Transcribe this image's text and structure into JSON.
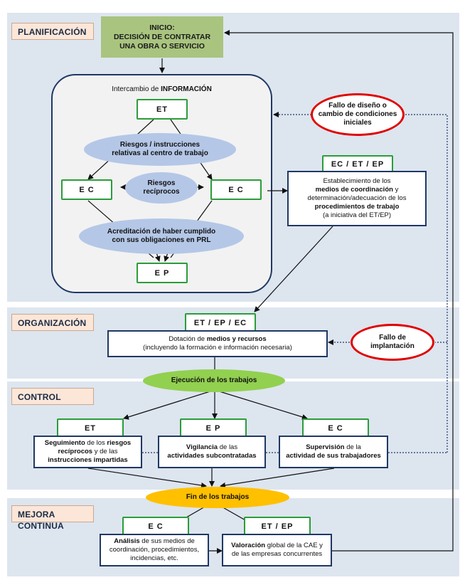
{
  "phases": {
    "planificacion": "PLANIFICACIÓN",
    "organizacion": "ORGANIZACIÓN",
    "control": "CONTROL",
    "mejora": "MEJORA CONTINUA"
  },
  "start_box": {
    "line1": "INICIO:",
    "line2": "DECISIÓN DE CONTRATAR",
    "line3": "UNA OBRA O SERVICIO"
  },
  "info_exchange": {
    "prefix": "Intercambio de ",
    "bold": "INFORMACIÓN"
  },
  "nodes": {
    "et_top": "ET",
    "ec_left": "E C",
    "ec_right": "E C",
    "ep_bottom": "E P",
    "ec_et_ep": "EC / ET / EP",
    "et_ep_ec": "ET / EP / EC",
    "ctrl_et": "ET",
    "ctrl_ep": "E P",
    "ctrl_ec": "E C",
    "mejora_ec": "E C",
    "mejora_et_ep": "ET / EP"
  },
  "ellipses": {
    "riesgos_instrucciones": [
      "Riesgos / instrucciones",
      "relativas al centro de trabajo"
    ],
    "riesgos_reciprocos": [
      "Riesgos",
      "recíprocos"
    ],
    "acreditacion": [
      "Acreditación de haber cumplido",
      "con sus obligaciones en PRL"
    ],
    "fallo_diseno": [
      "Fallo de diseño o",
      "cambio de condiciones",
      "iniciales"
    ],
    "fallo_implantacion": [
      "Fallo de",
      "implantación"
    ],
    "ejecucion": "Ejecución de los trabajos",
    "fin": "Fin de los trabajos"
  },
  "coordination_box": {
    "line1": "Establecimiento de los",
    "line2": "medios de coordinación",
    "line2b": " y",
    "line3": "determinación/adecuación de los",
    "line4": "procedimientos de trabajo",
    "line5": "(a iniciativa del ET/EP)"
  },
  "dotacion_box": {
    "line1a": "Dotación de ",
    "line1b": "medios y recursos",
    "line2": "(incluyendo la formación e información necesaria)"
  },
  "control_boxes": {
    "seguimiento": {
      "a": "Seguimiento",
      "b": " de los ",
      "c": "riesgos",
      "d": "recíprocos",
      "e": " y de las",
      "f": "instrucciones impartidas"
    },
    "vigilancia": {
      "a": "Vigilancia",
      "b": " de las",
      "c": "actividades subcontratadas"
    },
    "supervision": {
      "a": "Supervisión",
      "b": " de la",
      "c": "actividad de sus trabajadores"
    }
  },
  "mejora_boxes": {
    "analisis": {
      "a": "Análisis",
      "b": " de sus medios de",
      "c": "coordinación, procedimientos,",
      "d": "incidencias, etc."
    },
    "valoracion": {
      "a": "Valoración",
      "b": " global de la CAE y",
      "c": "de las empresas concurrentes"
    }
  },
  "colors": {
    "band": "#dde5ef",
    "navy": "#1f3864",
    "green_border": "#2a9d3a",
    "red": "#e00000",
    "light_blue": "#b4c7e7",
    "green_fill": "#92d050",
    "yellow_fill": "#ffc000",
    "start_fill": "#a9c47f"
  }
}
